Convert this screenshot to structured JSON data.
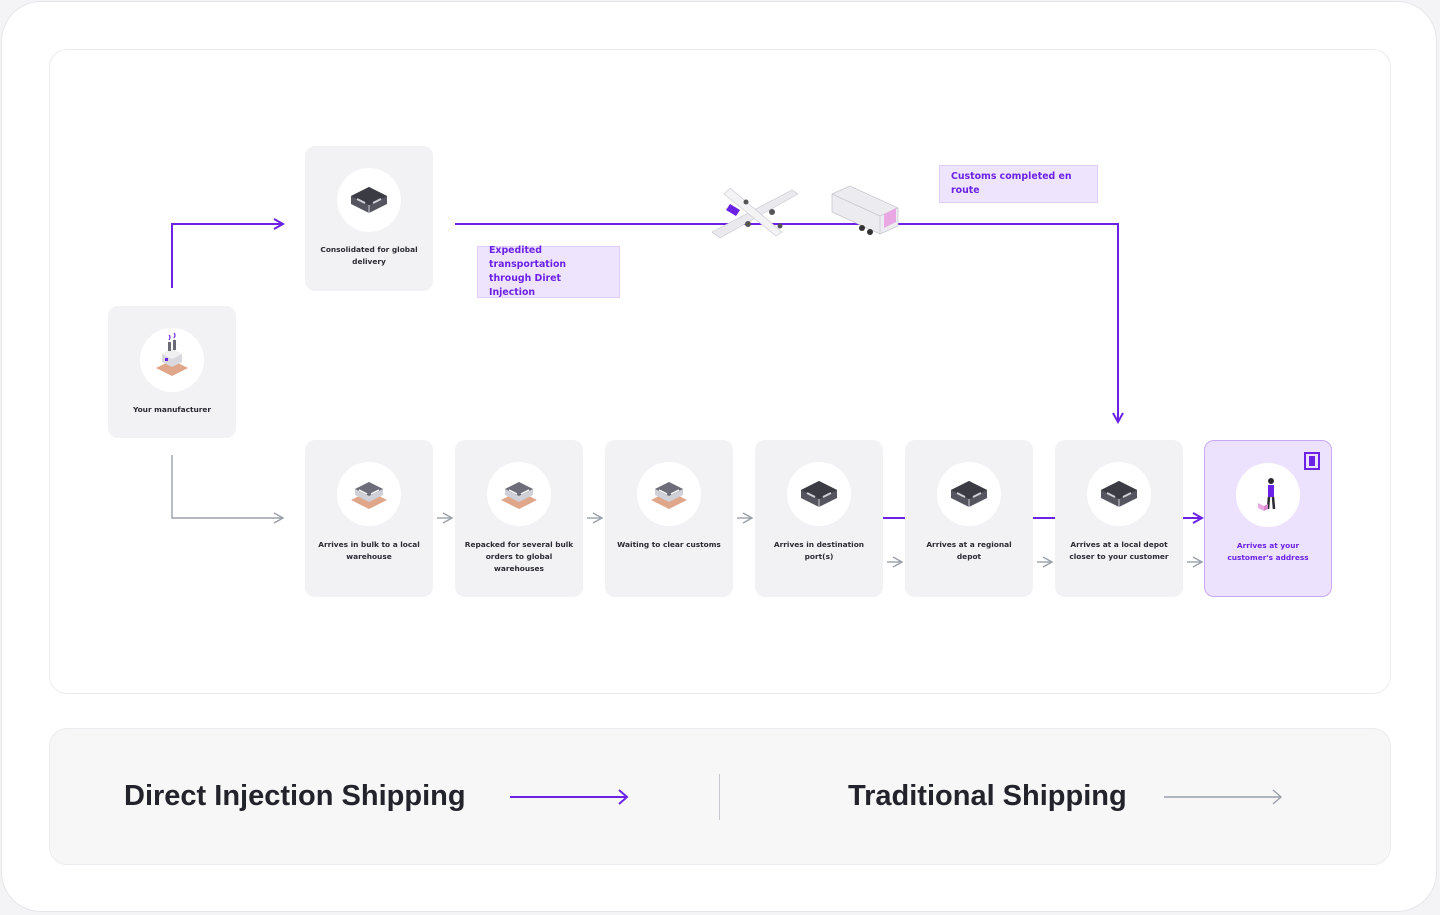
{
  "diagram": {
    "manufacturer": {
      "label": "Your manufacturer",
      "icon": "factory-icon"
    },
    "consolidated": {
      "label": "Consolidated for global delivery",
      "icon": "warehouse-icon"
    },
    "notes": {
      "expedited": "Expedited transportation through Diret Injection",
      "customs": "Customs completed en route"
    },
    "transport_icons": [
      "airplane-icon",
      "truck-icon"
    ],
    "steps": [
      {
        "label": "Arrives in bulk to a local warehouse",
        "icon": "warehouse-icon"
      },
      {
        "label": "Repacked for several bulk orders to global warehouses",
        "icon": "warehouse-icon"
      },
      {
        "label": "Waiting to clear customs",
        "icon": "warehouse-icon"
      },
      {
        "label": "Arrives in destination port(s)",
        "icon": "depot-icon"
      },
      {
        "label": "Arrives at a regional depot",
        "icon": "depot-icon"
      },
      {
        "label": "Arrives at a local depot closer to your customer",
        "icon": "depot-icon"
      },
      {
        "label": "Arrives at your customer's address",
        "icon": "delivery-person-icon"
      }
    ],
    "final_badge_icon": "package-icon"
  },
  "legend": {
    "direct": {
      "label": "Direct Injection Shipping",
      "color": "#6b22e6"
    },
    "traditional": {
      "label": "Traditional Shipping",
      "color": "#9aa0aa"
    }
  },
  "colors": {
    "accent": "#6b22e6",
    "gray_line": "#9aa0aa",
    "card": "#f2f2f4"
  }
}
